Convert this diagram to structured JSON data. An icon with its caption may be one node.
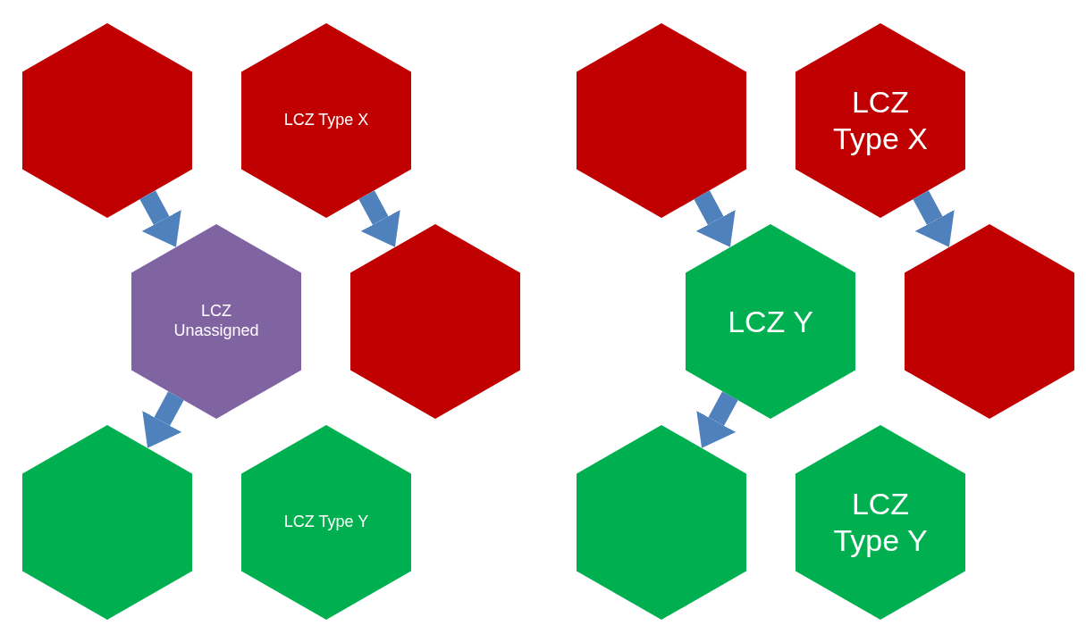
{
  "diagram": {
    "nodes": [
      {
        "text": [],
        "shape": "hexagon"
      },
      {
        "text": [
          "LCZ Type X"
        ]
      },
      {
        "text": [
          "LCZ Unassigned"
        ]
      },
      {
        "text": [],
        "shape": "hexagon"
      },
      {
        "text": [],
        "shape": "hexagon"
      },
      {
        "text": [
          "LCZ Type Y"
        ]
      },
      {
        "text": [],
        "shape": "hexagon"
      },
      {
        "text": [
          "LCZ Type X"
        ]
      },
      {
        "text": [
          "LCZ Y"
        ]
      },
      {
        "text": [],
        "shape": "hexagon"
      },
      {
        "text": [],
        "shape": "hexagon"
      },
      {
        "text": [
          "LCZ Type Y"
        ]
      }
    ],
    "edges": [
      {
        "from": 0,
        "to": 2,
        "arrow": "to"
      },
      {
        "from": 1,
        "to": 3,
        "arrow": "to"
      },
      {
        "from": 2,
        "to": 4,
        "arrow": "to"
      },
      {
        "from": 6,
        "to": 8,
        "arrow": "to"
      },
      {
        "from": 7,
        "to": 9,
        "arrow": "to"
      },
      {
        "from": 8,
        "to": 10,
        "arrow": "to"
      }
    ]
  }
}
